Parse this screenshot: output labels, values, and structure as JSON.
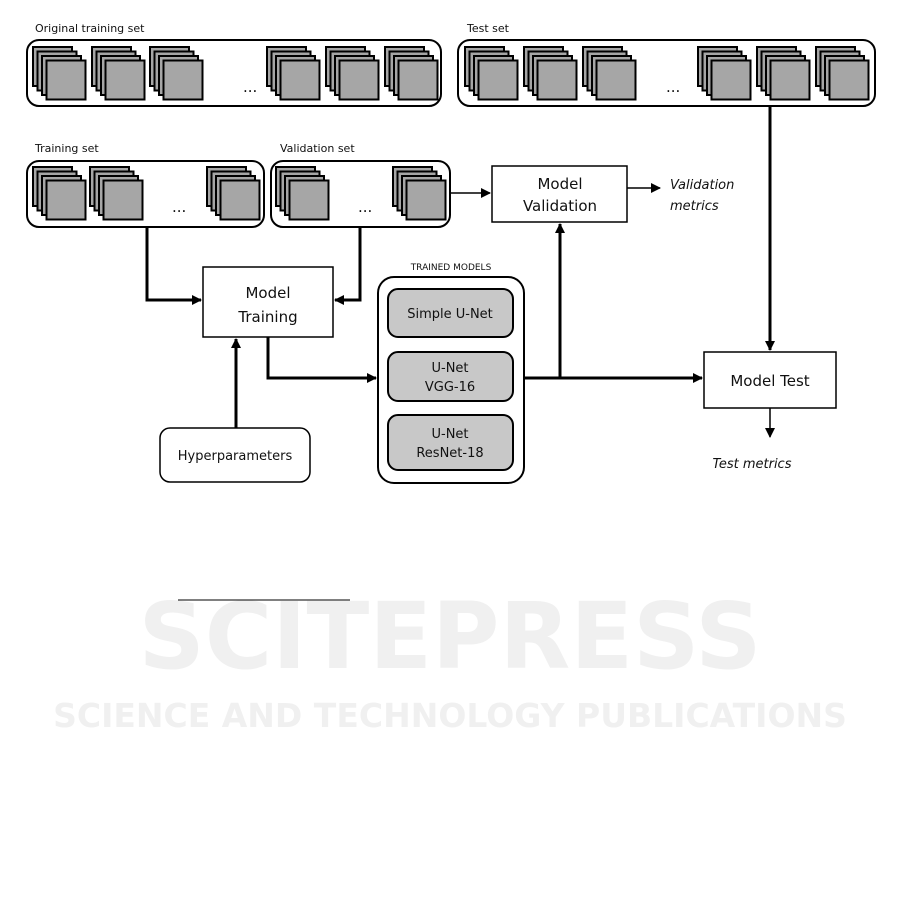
{
  "labels": {
    "original_training_set": "Original training set",
    "test_set": "Test set",
    "training_set": "Training set",
    "validation_set": "Validation set",
    "trained_models": "TRAINED MODELS",
    "ellipsis": "..."
  },
  "nodes": {
    "model_training": [
      "Model",
      "Training"
    ],
    "model_validation": [
      "Model",
      "Validation"
    ],
    "model_test": "Model Test",
    "hyperparameters": "Hyperparameters",
    "models": [
      [
        "Simple U-Net"
      ],
      [
        "U-Net",
        "VGG-16"
      ],
      [
        "U-Net",
        "ResNet-18"
      ]
    ]
  },
  "outputs": {
    "validation_metrics": [
      "Validation",
      "metrics"
    ],
    "test_metrics": "Test metrics"
  },
  "watermark": {
    "title": "SCITEPRESS",
    "subtitle": "SCIENCE AND TECHNOLOGY PUBLICATIONS"
  },
  "colors": {
    "image_fill": "#a6a6a6",
    "model_fill": "#c8c8c8",
    "stroke": "#000000"
  }
}
